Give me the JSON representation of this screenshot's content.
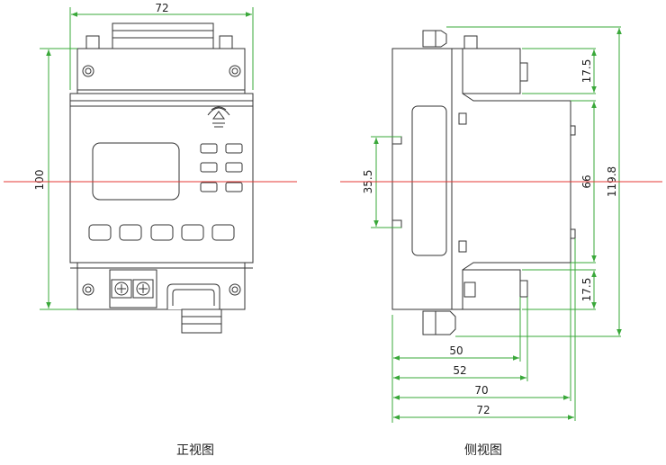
{
  "front_view": {
    "caption": "正视图",
    "width_dim": "72",
    "height_dim": "100"
  },
  "side_view": {
    "caption": "侧视图",
    "top_module_dim": "17.5",
    "bottom_module_dim": "17.5",
    "rail_dim": "35.5",
    "body_dim": "66",
    "total_height_dim": "119.8",
    "depth_dims": [
      "50",
      "52",
      "70",
      "72"
    ]
  },
  "colors": {
    "dimension": "#3aa83a",
    "center_line": "#e53935",
    "outline": "#333333"
  },
  "icons": [
    "wireless-signal-icon"
  ]
}
